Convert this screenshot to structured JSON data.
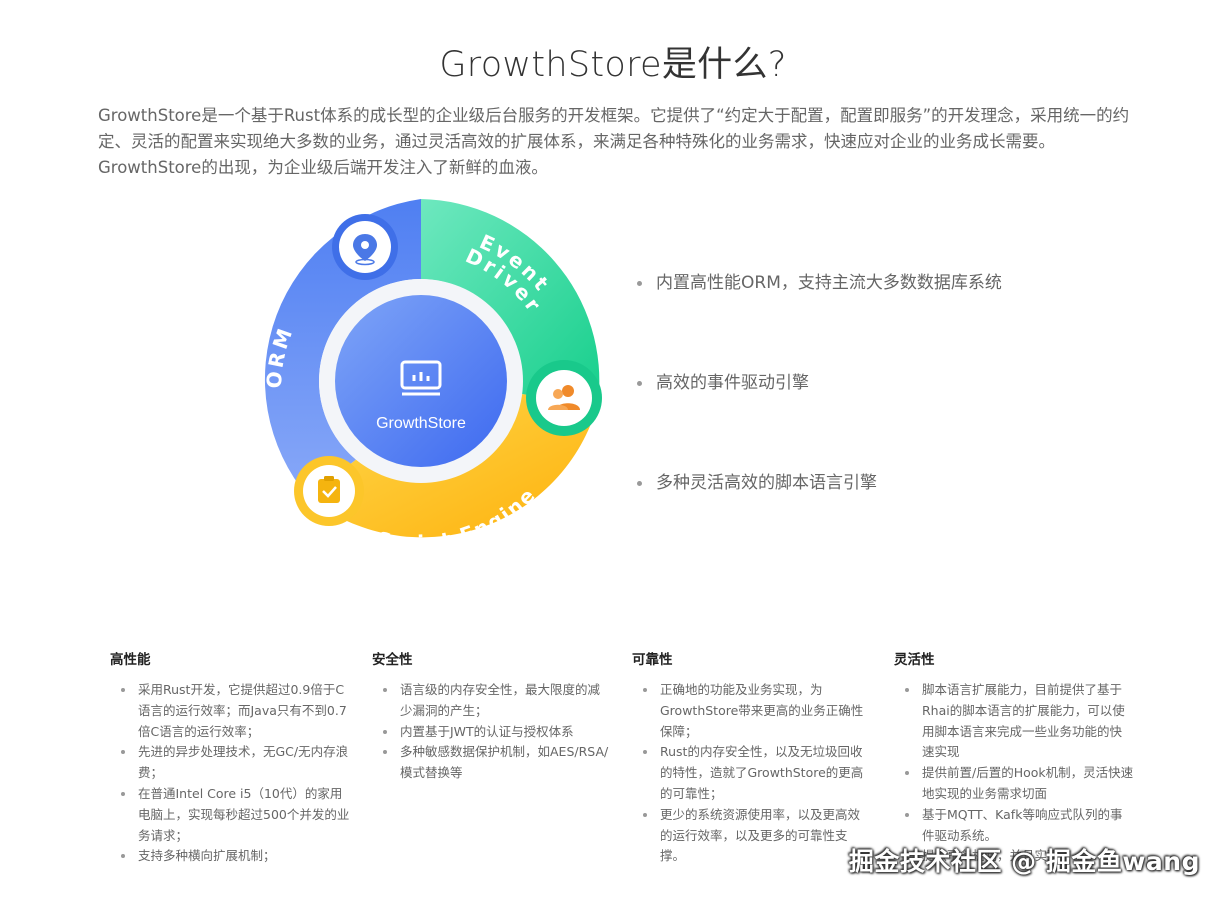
{
  "header": {
    "title": "GrowthStore是什么?",
    "intro": "GrowthStore是一个基于Rust体系的成长型的企业级后台服务的开发框架。它提供了“约定大于配置，配置即服务”的开发理念，采用统一的约定、灵活的配置来实现绝大多数的业务，通过灵活高效的扩展体系，来满足各种特殊化的业务需求，快速应对企业的业务成长需要。GrowthStore的出现，为企业级后端开发注入了新鲜的血液。"
  },
  "diagram": {
    "center_label": "GrowthStore",
    "segments": {
      "event_line1": "Event",
      "event_line2": "Driver",
      "orm": "ORM",
      "script": "Script Engine"
    },
    "icons": {
      "center": "dashboard-icon",
      "top": "map-pin-icon",
      "right": "users-icon",
      "bottom": "clipboard-check-icon"
    },
    "colors": {
      "blue": "#4f80f0",
      "green": "#2fd69a",
      "yellow": "#fdbd12",
      "center": "#4774f2"
    }
  },
  "features": [
    "内置高性能ORM，支持主流大多数数据库系统",
    "高效的事件驱动引擎",
    "多种灵活高效的脚本语言引擎"
  ],
  "columns": [
    {
      "heading": "高性能",
      "items": [
        "采用Rust开发，它提供超过0.9倍于C语言的运行效率；而Java只有不到0.7倍C语言的运行效率；",
        "先进的异步处理技术，无GC/无内存浪费；",
        "在普通Intel Core i5（10代）的家用电脑上，实现每秒超过500个并发的业务请求；",
        "支持多种横向扩展机制；"
      ]
    },
    {
      "heading": "安全性",
      "items": [
        "语言级的内存安全性，最大限度的减少漏洞的产生；",
        "内置基于JWT的认证与授权体系",
        "多种敏感数据保护机制，如AES/RSA/模式替换等"
      ]
    },
    {
      "heading": "可靠性",
      "items": [
        "正确地的功能及业务实现，为GrowthStore带来更高的业务正确性保障；",
        "Rust的内存安全性，以及无垃圾回收的特性，造就了GrowthStore的更高的可靠性；",
        "更少的系统资源使用率，以及更高效的运行效率，以及更多的可靠性支撑。"
      ]
    },
    {
      "heading": "灵活性",
      "items": [
        "脚本语言扩展能力，目前提供了基于Rhai的脚本语言的扩展能力，可以使用脚本语言来完成一些业务功能的快速实现",
        "提供前置/后置的Hook机制，灵活快速地实现的业务需求切面",
        "基于MQTT、Kafk等响应式队列的事件驱动系统。",
        "提供事务机制，并且实现了……"
      ]
    }
  ],
  "watermark": "掘金技术社区 @ 掘金鱼wang"
}
